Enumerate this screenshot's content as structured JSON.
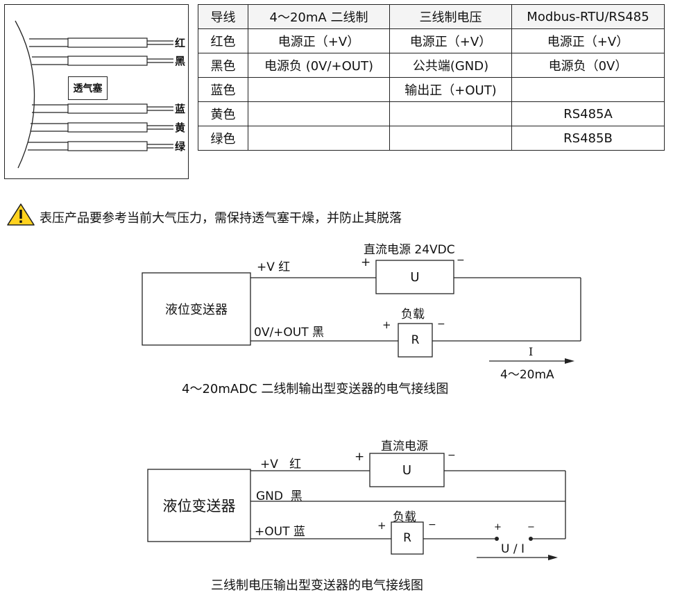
{
  "cable": {
    "wires": [
      "红",
      "黑",
      "蓝",
      "黄",
      "绿"
    ],
    "plug_label": "透气塞"
  },
  "table": {
    "headers": [
      "导线",
      "4～20mA 二线制",
      "三线制电压",
      "Modbus-RTU/RS485"
    ],
    "rows": [
      [
        "红色",
        "电源正（+V）",
        "电源正（+V）",
        "电源正（+V）"
      ],
      [
        "黑色",
        "电源负 (0V/+OUT)",
        "公共端(GND)",
        "电源负（0V）"
      ],
      [
        "蓝色",
        "",
        "输出正（+OUT)",
        ""
      ],
      [
        "黄色",
        "",
        "",
        "RS485A"
      ],
      [
        "绿色",
        "",
        "",
        "RS485B"
      ]
    ]
  },
  "warning": {
    "icon": "warning-triangle-icon",
    "text": "表压产品要参考当前大气压力，需保持透气塞干燥，并防止其脱落"
  },
  "diagram1": {
    "transmitter": "液位变送器",
    "power_label": "直流电源 24VDC",
    "power_block": "U",
    "load_label": "负载",
    "load_block": "R",
    "wire_plus": "+V  红",
    "wire_out": "0V/+OUT 黑",
    "plus_sign": "+",
    "minus_sign": "−",
    "current_symbol": "I",
    "current_range": "4～20mA",
    "caption": "4～20mADC 二线制输出型变送器的电气接线图"
  },
  "diagram2": {
    "transmitter": "液位变送器",
    "power_label": "直流电源",
    "power_block": "U",
    "load_label": "负载",
    "load_block": "R",
    "wire_plus": "+V   红",
    "wire_gnd": "GND  黑",
    "wire_out": "+OUT 蓝",
    "plus_sign": "+",
    "minus_sign": "−",
    "output_label": "U / I",
    "caption": "三线制电压输出型变送器的电气接线图"
  }
}
